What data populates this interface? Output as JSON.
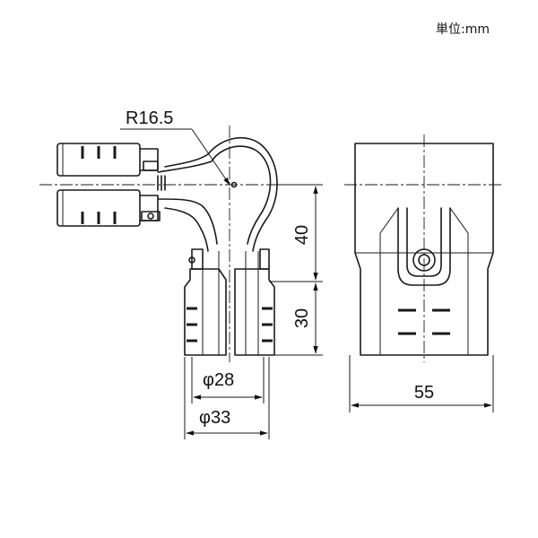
{
  "unit_label": "単位:mm",
  "dimensions": {
    "radius": "R16.5",
    "height_upper": "40",
    "height_lower": "30",
    "diameter_inner": "φ28",
    "diameter_outer": "φ33",
    "width": "55"
  }
}
